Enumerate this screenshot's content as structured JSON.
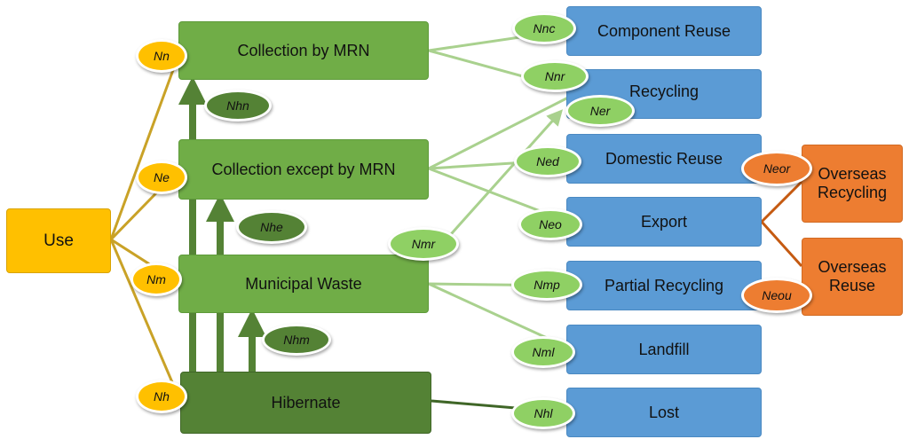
{
  "nodes": {
    "use": "Use",
    "collection_mrn": "Collection by MRN",
    "collection_except": "Collection except by MRN",
    "municipal_waste": "Municipal Waste",
    "hibernate": "Hibernate",
    "component_reuse": "Component Reuse",
    "recycling": "Recycling",
    "domestic_reuse": "Domestic Reuse",
    "export": "Export",
    "partial_recycling": "Partial Recycling",
    "landfill": "Landfill",
    "lost": "Lost",
    "overseas_recycling": "Overseas Recycling",
    "overseas_reuse": "Overseas Reuse"
  },
  "labels": {
    "nn": "Nn",
    "ne": "Ne",
    "nm": "Nm",
    "nh": "Nh",
    "nhn": "Nhn",
    "nhe": "Nhe",
    "nhm": "Nhm",
    "nnc": "Nnc",
    "nnr": "Nnr",
    "ner": "Ner",
    "ned": "Ned",
    "neo": "Neo",
    "nmr": "Nmr",
    "nmp": "Nmp",
    "nml": "Nml",
    "nhl": "Nhl",
    "neor": "Neor",
    "neou": "Neou"
  },
  "colors": {
    "use": "#ffc000",
    "stage": "#70ad47",
    "hibernate": "#548235",
    "outcome": "#5b9bd5",
    "overseas": "#ed7d31",
    "link_use": "#c9a227",
    "link_light": "#a9d18e",
    "link_dark": "#548235",
    "link_orange": "#c55a11"
  }
}
